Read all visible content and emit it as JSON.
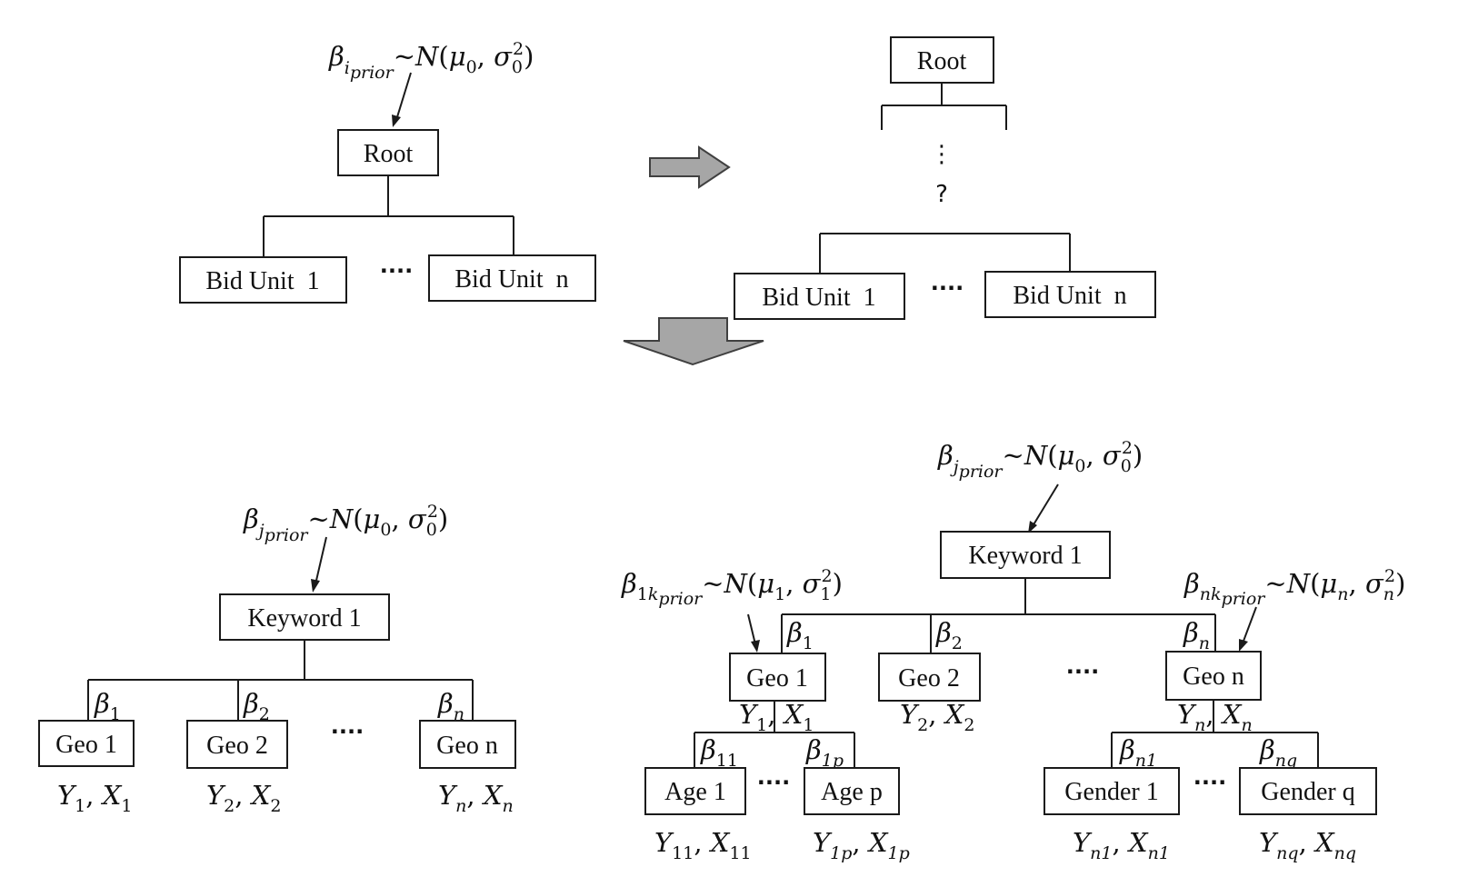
{
  "nodes": {
    "root": "Root",
    "bid_unit_1": "Bid Unit  1",
    "bid_unit_n": "Bid Unit  n",
    "keyword_1": "Keyword 1",
    "geo_1": "Geo 1",
    "geo_2": "Geo 2",
    "geo_n": "Geo n",
    "age_1": "Age 1",
    "age_p": "Age p",
    "gender_1": "Gender 1",
    "gender_q": "Gender q"
  },
  "dots": "····",
  "unknown_hierarchy": "?",
  "vdots": "⋮",
  "math": {
    "beta": "β",
    "mu": "μ",
    "sigma": "σ",
    "N": "N",
    "tilde": "~",
    "Y": "Y",
    "X": "X",
    "sub_i_prior": "i",
    "sub_j_prior": "j",
    "prior": "prior",
    "sub_0": "0",
    "sub_1": "1",
    "sub_2": "2",
    "sub_n": "n",
    "sub_11": "11",
    "sub_1p": "1p",
    "sub_n1": "n1",
    "sub_nq": "nq",
    "sub_1k": "1k",
    "sub_nk": "nk",
    "sup_2": "2"
  },
  "colors": {
    "line": "#1a1a1a",
    "arrow_fill": "#a6a6a6",
    "arrow_stroke": "#404040"
  }
}
